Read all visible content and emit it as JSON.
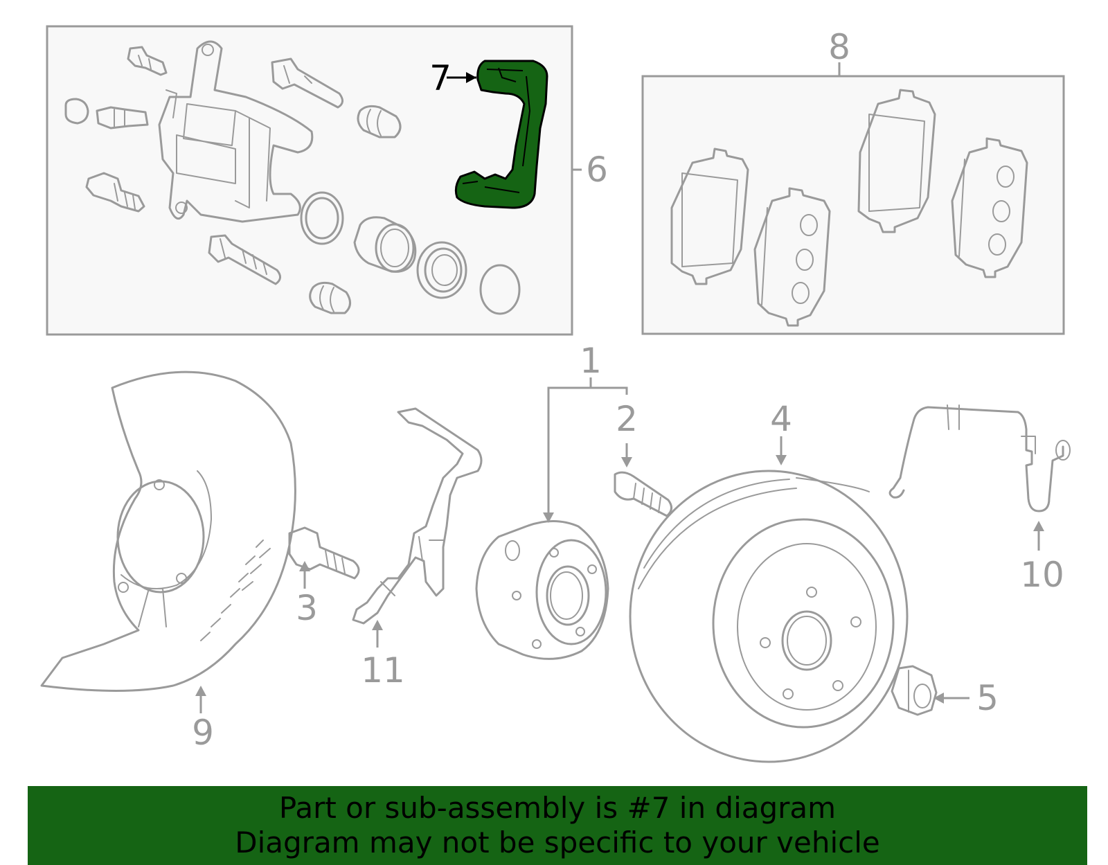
{
  "colors": {
    "outline": "#9a9a9a",
    "highlight_fill": "#156414",
    "banner_bg": "#156414",
    "box_bg": "#f8f8f8"
  },
  "callouts": {
    "c1": "1",
    "c2": "2",
    "c3": "3",
    "c4": "4",
    "c5": "5",
    "c6": "6",
    "c7": "7",
    "c8": "8",
    "c9": "9",
    "c10": "10",
    "c11": "11"
  },
  "banner": {
    "line1": "Part or sub-assembly is #7 in diagram",
    "line2": "Diagram may not be specific to your vehicle"
  }
}
